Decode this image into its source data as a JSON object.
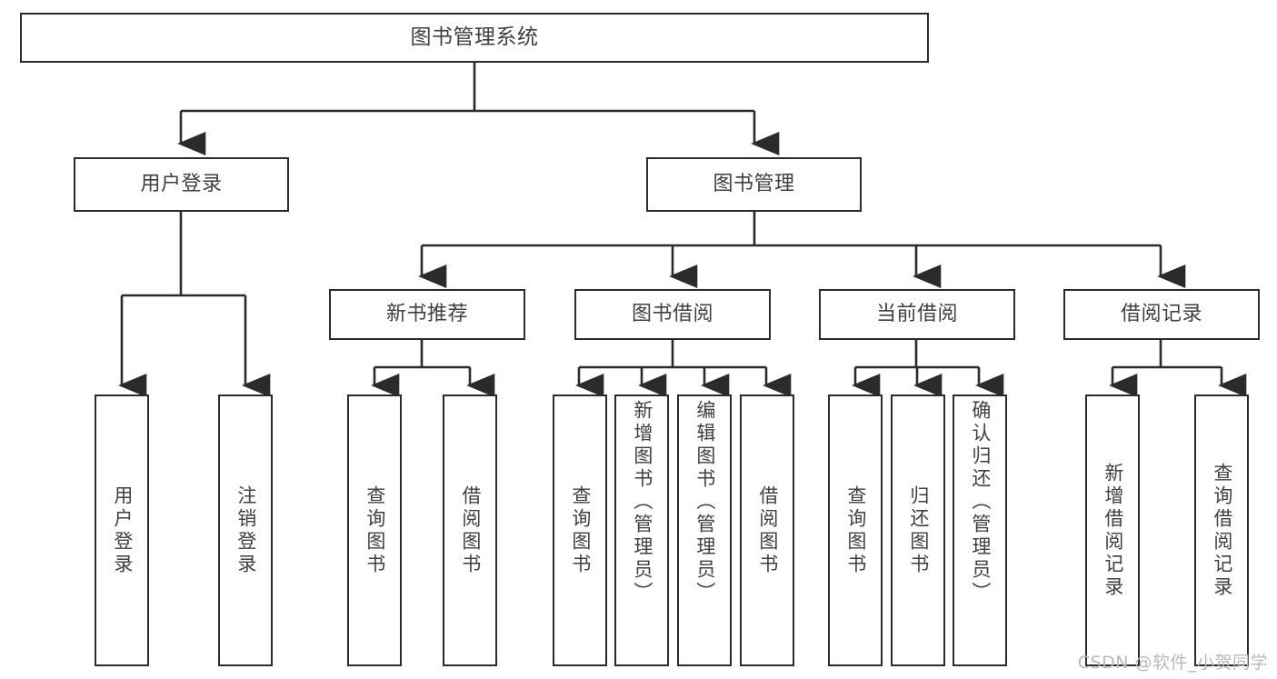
{
  "diagram": {
    "title": "图书管理系统",
    "root": {
      "id": "root",
      "label": "图书管理系统"
    },
    "level2": [
      {
        "id": "user-login",
        "label": "用户登录"
      },
      {
        "id": "book-manage",
        "label": "图书管理"
      }
    ],
    "level3": [
      {
        "id": "new-book-recommend",
        "label": "新书推荐"
      },
      {
        "id": "book-borrow",
        "label": "图书借阅"
      },
      {
        "id": "current-borrow",
        "label": "当前借阅"
      },
      {
        "id": "borrow-record",
        "label": "借阅记录"
      }
    ],
    "leaves": [
      {
        "id": "leaf-user-login",
        "label": "用户登录",
        "parent": "user-login"
      },
      {
        "id": "leaf-logout-login",
        "label": "注销登录",
        "parent": "user-login"
      },
      {
        "id": "leaf-query-book-1",
        "label": "查询图书",
        "parent": "new-book-recommend"
      },
      {
        "id": "leaf-borrow-book-1",
        "label": "借阅图书",
        "parent": "new-book-recommend"
      },
      {
        "id": "leaf-query-book-2",
        "label": "查询图书",
        "parent": "book-borrow"
      },
      {
        "id": "leaf-add-book",
        "label": "新增图书（管理员）",
        "parent": "book-borrow"
      },
      {
        "id": "leaf-edit-book",
        "label": "编辑图书（管理员）",
        "parent": "book-borrow"
      },
      {
        "id": "leaf-borrow-book-2",
        "label": "借阅图书",
        "parent": "book-borrow"
      },
      {
        "id": "leaf-query-book-3",
        "label": "查询图书",
        "parent": "current-borrow"
      },
      {
        "id": "leaf-return-book",
        "label": "归还图书",
        "parent": "current-borrow"
      },
      {
        "id": "leaf-confirm-return",
        "label": "确认归还（管理员）",
        "parent": "current-borrow"
      },
      {
        "id": "leaf-add-record",
        "label": "新增借阅记录",
        "parent": "borrow-record"
      },
      {
        "id": "leaf-query-record",
        "label": "查询借阅记录",
        "parent": "borrow-record"
      }
    ],
    "watermark": "CSDN @软件_小贺同学",
    "colors": {
      "stroke": "#2b2b2b",
      "text": "#3f3f3f",
      "background": "#ffffff",
      "watermark": "#b9b9b9"
    }
  }
}
